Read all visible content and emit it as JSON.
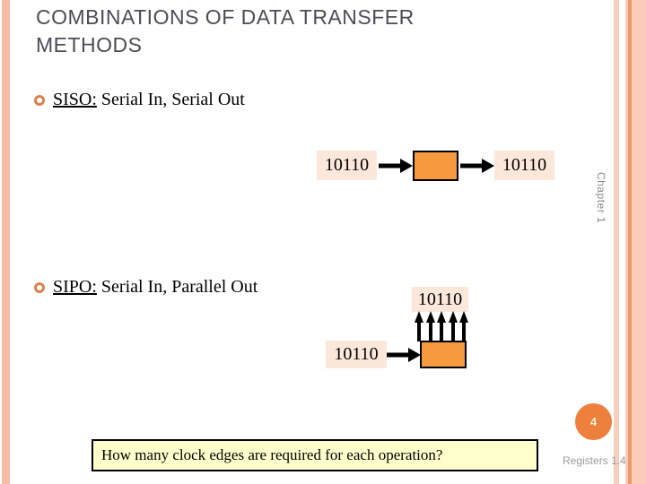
{
  "slide": {
    "title": "COMBINATIONS OF DATA TRANSFER METHODS",
    "chapter_sidebar": "Chapter 1",
    "page_number": "4",
    "footer_text": "Registers 1.4",
    "question": "How many clock edges are required for each operation?"
  },
  "bullets": [
    {
      "term": "SISO:",
      "description": " Serial In, Serial Out"
    },
    {
      "term": "SIPO:",
      "description": " Serial In, Parallel Out"
    }
  ],
  "diagrams": {
    "siso": {
      "input_value": "10110",
      "output_value": "10110"
    },
    "sipo": {
      "input_value": "10110",
      "output_value": "10110"
    }
  },
  "icons": {
    "bullet": "ring-bullet-icon",
    "serial_arrow": "arrow-right-icon",
    "parallel_arrow": "arrow-up-icon"
  },
  "colors": {
    "register_orange": "#F7993F",
    "border_salmon": "#F6BDA4",
    "label_peach": "#FBE8DB",
    "question_yellow": "#FFFFCC",
    "page_circle_orange": "#EE803E",
    "title_gray": "#4C4C55"
  }
}
